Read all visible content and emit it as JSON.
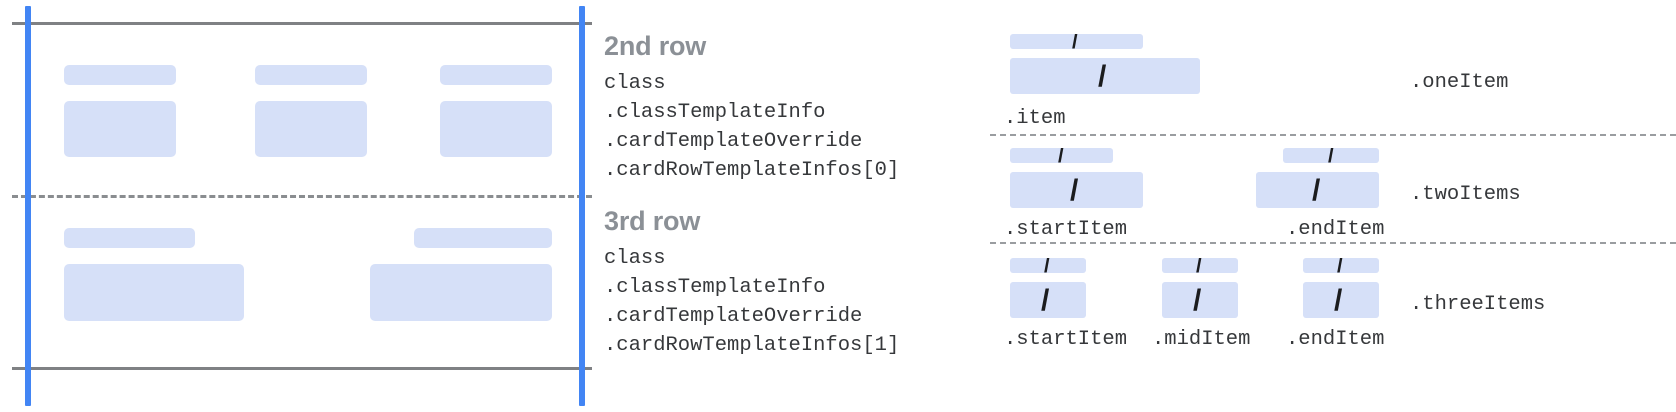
{
  "meta": {
    "title": "Card row template structure diagram",
    "colors": {
      "placeholder_fill": "#d6e0f8",
      "guide_blue": "#4285f4",
      "guide_gray": "#7f8184",
      "heading_gray": "#8b9096",
      "code_text": "#36383b",
      "background": "#ffffff"
    }
  },
  "left_diagram": {
    "name": "card-rows-preview",
    "rows": [
      {
        "id": "row-2",
        "columns": [
          {
            "label_bar": true,
            "content_block": true
          },
          {
            "label_bar": true,
            "content_block": true
          },
          {
            "label_bar": true,
            "content_block": true
          }
        ]
      },
      {
        "id": "row-3",
        "columns": [
          {
            "label_bar": true,
            "content_block": true
          },
          {
            "label_bar": true,
            "content_block": true
          }
        ]
      }
    ]
  },
  "annotations": [
    {
      "title": "2nd row",
      "code_lines": [
        "class",
        ".classTemplateInfo",
        ".cardTemplateOverride",
        ".cardRowTemplateInfos[0]"
      ]
    },
    {
      "title": "3rd row",
      "code_lines": [
        "class",
        ".classTemplateInfo",
        ".cardTemplateOverride",
        ".cardRowTemplateInfos[1]"
      ]
    }
  ],
  "right_diagram": {
    "name": "row-layout-variants",
    "slot_glyph": "/",
    "variants": [
      {
        "id": "one-item",
        "selector": ".oneItem",
        "item_labels": [
          ".item"
        ]
      },
      {
        "id": "two-items",
        "selector": ".twoItems",
        "item_labels": [
          ".startItem",
          ".endItem"
        ]
      },
      {
        "id": "three-items",
        "selector": ".threeItems",
        "item_labels": [
          ".startItem",
          ".midItem",
          ".endItem"
        ]
      }
    ]
  }
}
